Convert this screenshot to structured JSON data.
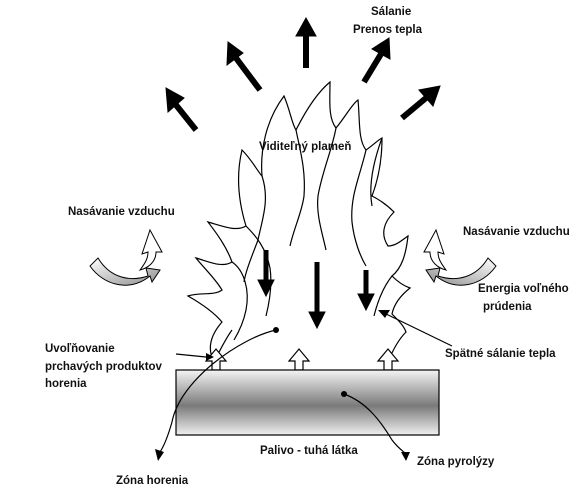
{
  "labels": {
    "radiation": "Sálanie",
    "heat_transfer": "Prenos tepla",
    "visible_flame": "Viditeľný plameň",
    "air_intake_left": "Nasávanie vzduchu",
    "air_intake_right": "Nasávanie vzduchu",
    "free_flow_energy_line1": "Energia voľného",
    "free_flow_energy_line2": "prúdenia",
    "volatile_release_line1": "Uvoľňovanie",
    "volatile_release_line2": "prchavých produktov",
    "volatile_release_line3": "horenia",
    "back_radiation": "Spätné sálanie tepla",
    "fuel": "Palivo - tuhá látka",
    "combustion_zone": "Zóna horenia",
    "pyrolysis_zone": "Zóna pyrolýzy"
  },
  "colors": {
    "stroke": "#000000",
    "fuel_dark": "#7a7a7a",
    "fuel_light": "#f4f4f4",
    "air_arrow_dark": "#8e8e8e",
    "air_arrow_light": "#ffffff"
  }
}
